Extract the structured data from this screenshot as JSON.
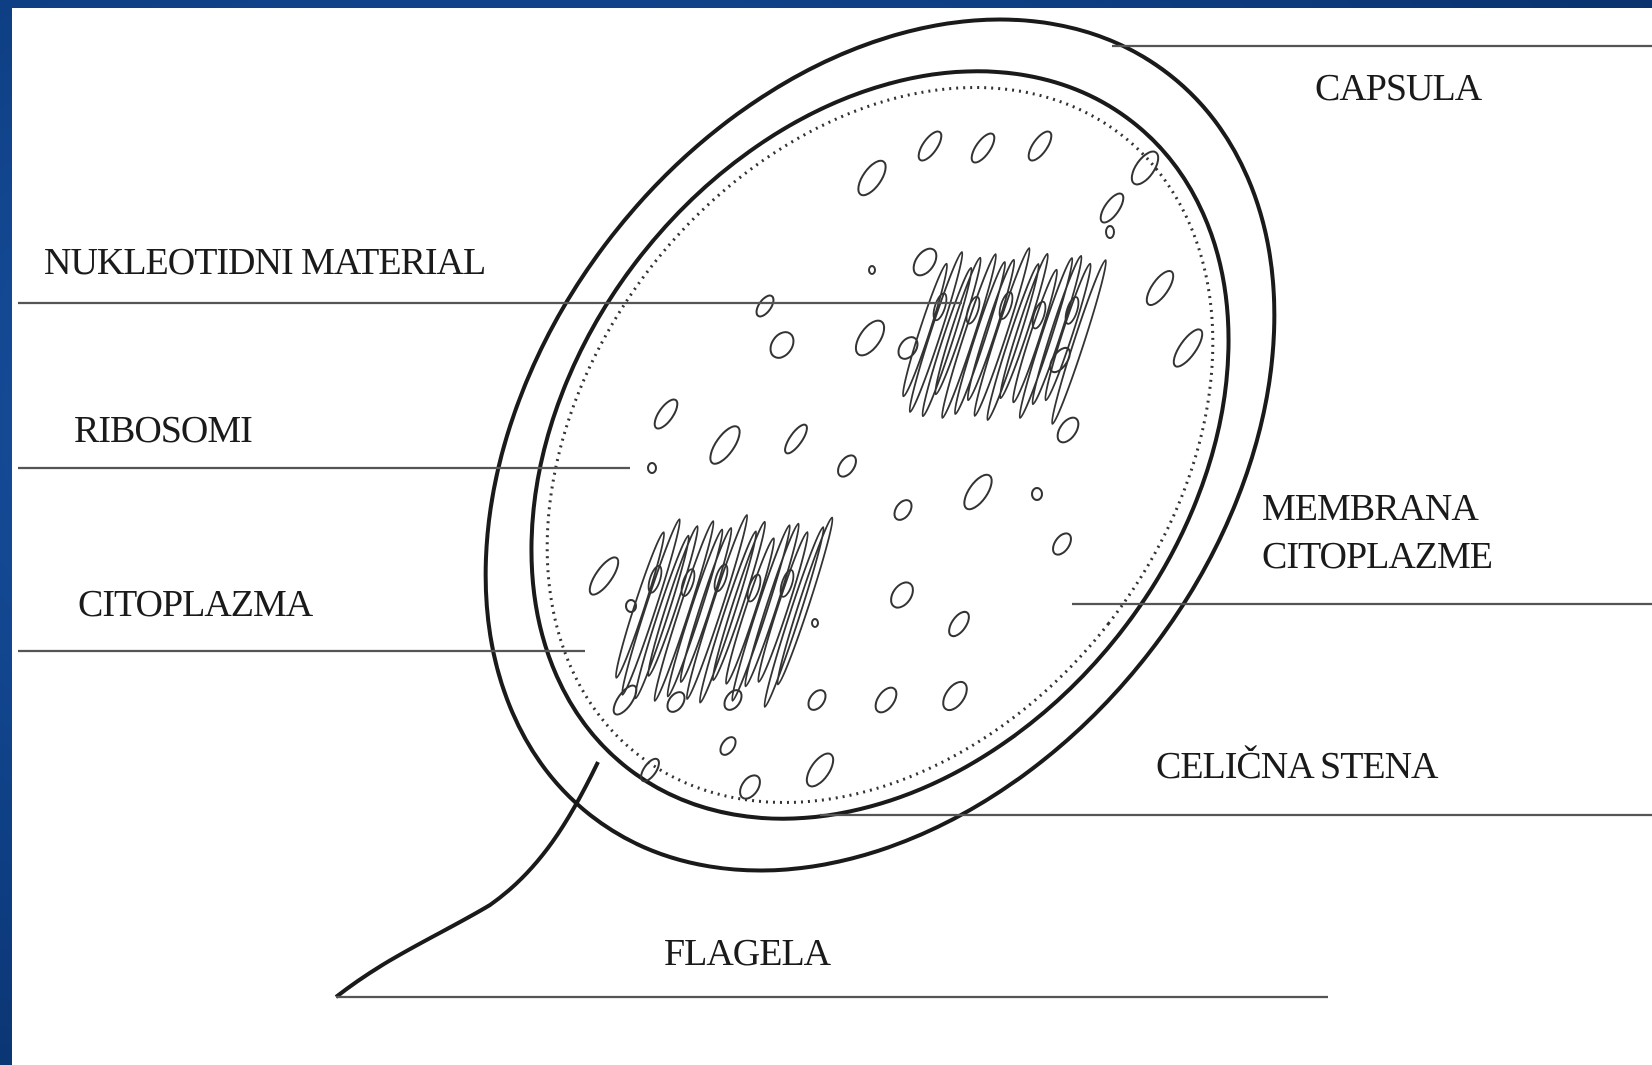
{
  "diagram": {
    "labels": {
      "capsule": "CAPSULA",
      "nucleoid": "NUKLEOTIDNI MATERIAL",
      "ribosomes": "RIBOSOMI",
      "cytoplasm": "CITOPLAZMA",
      "membrane_line1": "MEMBRANA",
      "membrane_line2": "CITOPLAZME",
      "cell_wall": "CELIČNA STENA",
      "flagellum": "FLAGELA"
    },
    "colors": {
      "background": "#0e3f84",
      "panel": "#ffffff",
      "ink": "#1a1a1a"
    }
  }
}
